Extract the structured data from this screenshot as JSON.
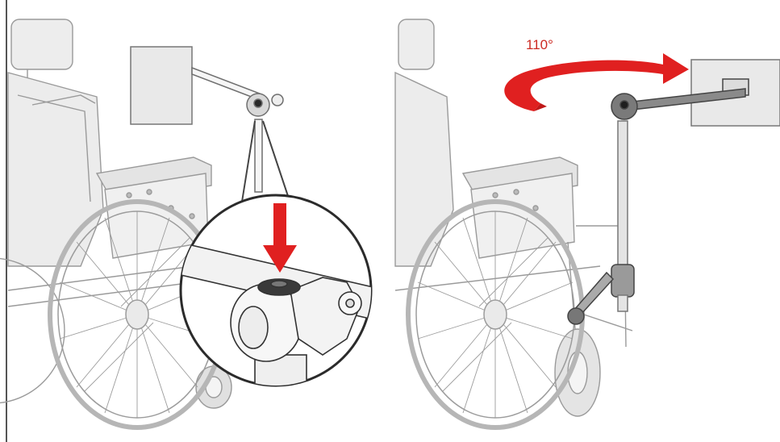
{
  "figure": {
    "step1": {
      "description_icons": [
        "wheelchair",
        "mount-arm",
        "display-plate",
        "release-button-zoom",
        "down-arrow"
      ],
      "highlight_color": "#e02020"
    },
    "step2": {
      "rotation_label": "110°",
      "description_icons": [
        "wheelchair",
        "mount-arm",
        "display-plate",
        "rotation-arrow"
      ],
      "highlight_color": "#e02020"
    }
  }
}
